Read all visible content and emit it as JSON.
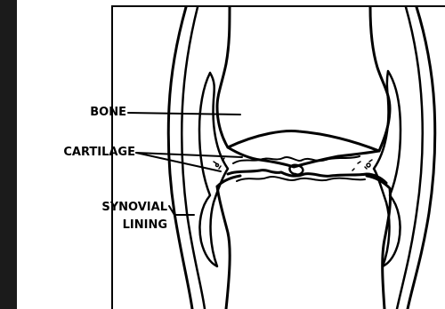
{
  "colors": {
    "ink": "#000000",
    "background": "#ffffff",
    "left_bar": "#1b1b1b"
  },
  "labels": {
    "bone": "BONE",
    "cartilage": "CARTILAGE",
    "synovial_line1": "SYNOVIAL",
    "synovial_line2": "LINING"
  }
}
